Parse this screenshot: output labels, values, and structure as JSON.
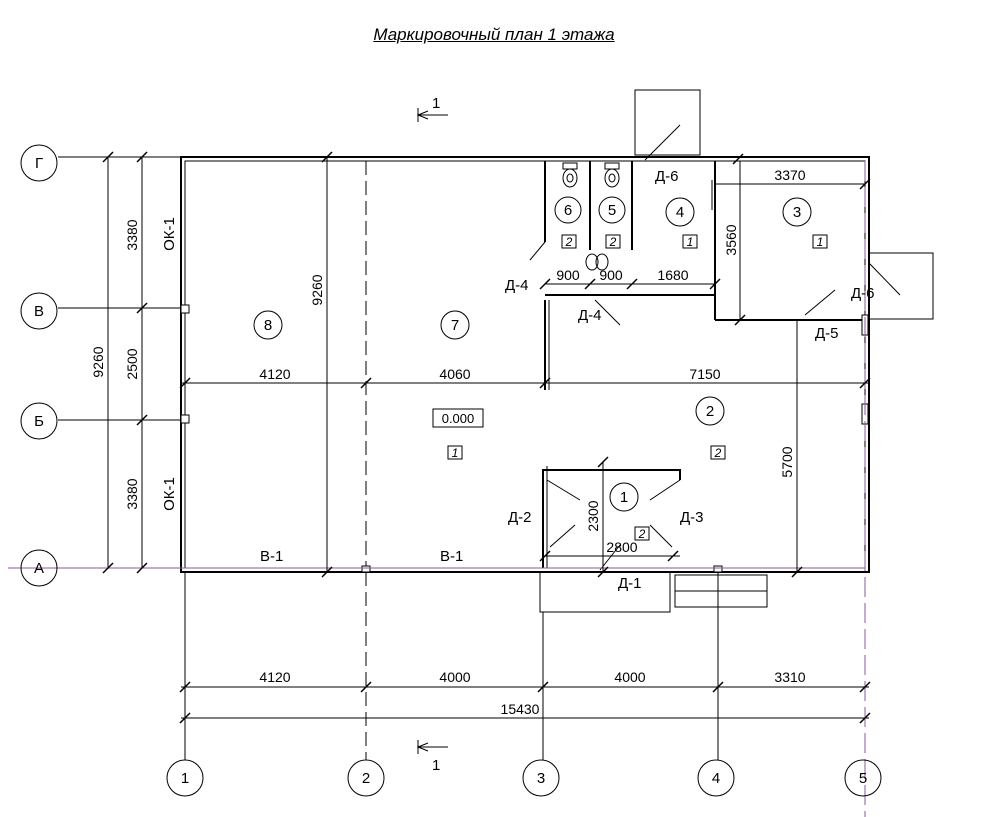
{
  "title": "Маркировочный план 1 этажа",
  "section_label": "1",
  "axes_letters": [
    "Г",
    "В",
    "Б",
    "А"
  ],
  "axes_numbers": [
    "1",
    "2",
    "3",
    "4",
    "5"
  ],
  "dims": {
    "top_3370": "3370",
    "d_3560": "3560",
    "d_900a": "900",
    "d_900b": "900",
    "d_1680": "1680",
    "d_9260_inner": "9260",
    "d_4120_mid": "4120",
    "d_4060": "4060",
    "d_7150": "7150",
    "d_5700": "5700",
    "d_2300": "2300",
    "d_2800": "2800",
    "left_9260": "9260",
    "left_3380_top": "3380",
    "left_2500": "2500",
    "left_3380_bot": "3380",
    "bot_4120": "4120",
    "bot_4000a": "4000",
    "bot_4000b": "4000",
    "bot_3310": "3310",
    "bot_15430": "15430"
  },
  "rooms": {
    "r1": "1",
    "r2": "2",
    "r3": "3",
    "r4": "4",
    "r5": "5",
    "r6": "6",
    "r7": "7",
    "r8": "8"
  },
  "finish_marks": {
    "m6": "2",
    "m5": "2",
    "m4": "1",
    "m3": "1",
    "m7": "1",
    "m2": "2",
    "m1": "2"
  },
  "level": "0.000",
  "doors": {
    "d6_top": "Д-6",
    "d6_right": "Д-6",
    "d5": "Д-5",
    "d4_left": "Д-4",
    "d4_mid": "Д-4",
    "d2": "Д-2",
    "d3": "Д-3",
    "d1": "Д-1"
  },
  "windows": {
    "ok1_top": "ОК-1",
    "ok1_bot": "ОК-1",
    "v1_left": "В-1",
    "v1_mid": "В-1"
  }
}
